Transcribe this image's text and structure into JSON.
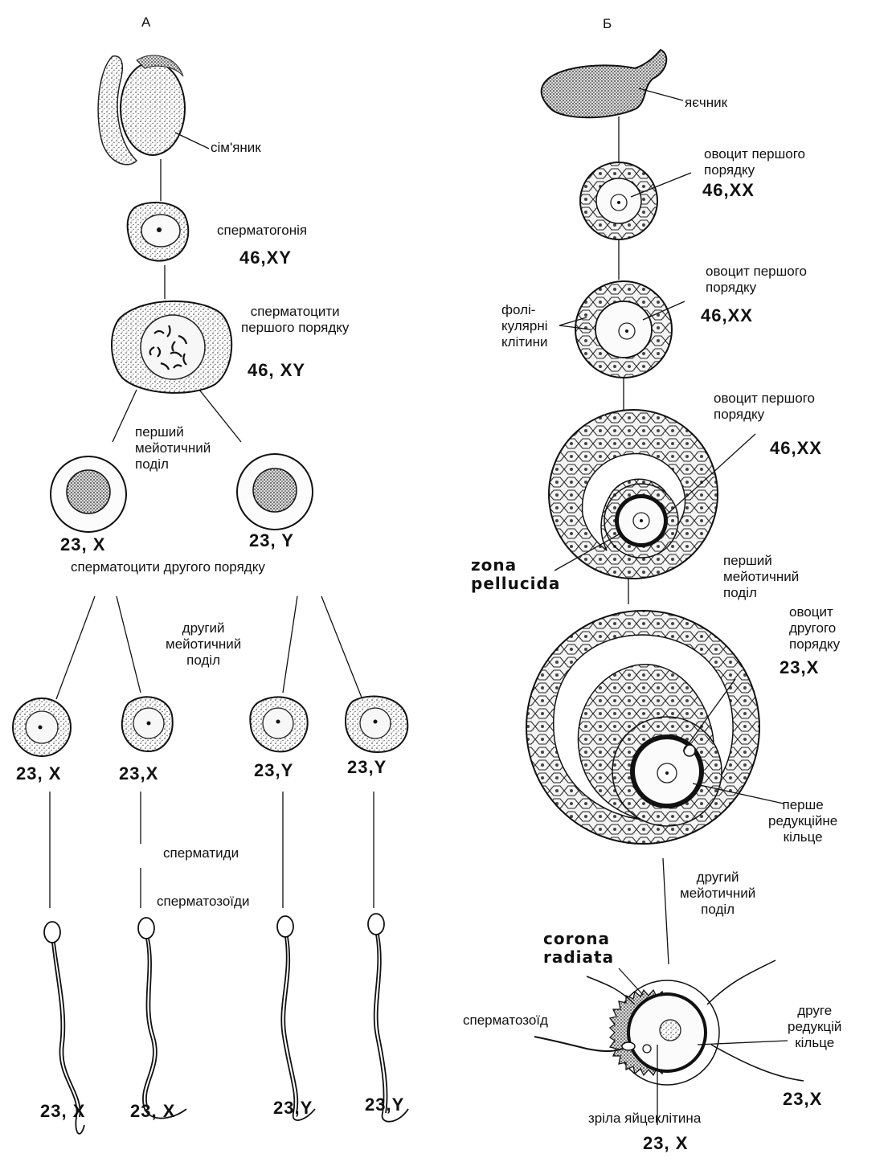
{
  "panel_a": {
    "header": "А",
    "testis_label": "сім'яник",
    "spermatogonia_label": "сперматогонія",
    "spermatogonia_karyotype": "46,XY",
    "primary_spermatocytes_label": "сперматоцити\nпершого порядку",
    "primary_spermatocytes_karyotype": "46, XY",
    "first_meiotic_division": "перший\nмейотичний\nподіл",
    "secondary_left_karyotype": "23, X",
    "secondary_right_karyotype": "23, Y",
    "secondary_spermatocytes_label": "сперматоцити другого порядку",
    "second_meiotic_division": "другий\nмейотичний\nподіл",
    "spermatid_karyotypes": [
      "23, X",
      "23,X",
      "23,Y",
      "23,Y"
    ],
    "spermatids_label": "сперматиди",
    "spermatozoa_label": "сперматозоїди",
    "sperm_karyotypes": [
      "23, X",
      "23, X",
      "23,Y",
      "23,Y"
    ]
  },
  "panel_b": {
    "header": "Б",
    "ovary_label": "яєчник",
    "oocyte1_label": "овоцит першого\nпорядку",
    "oocyte1_karyotype": "46,XX",
    "oocyte2_label": "овоцит першого\nпорядку",
    "oocyte2_karyotype": "46,XX",
    "follicular_cells_label": "фолі-\nкулярні\nклітини",
    "oocyte3_label": "овоцит першого\nпорядку",
    "oocyte3_karyotype": "46,XX",
    "zona_pellucida": "zona\npellucida",
    "first_meiotic_division": "перший\nмейотичний\nподіл",
    "secondary_oocyte_label": "овоцит\nдругого\nпорядку",
    "secondary_oocyte_karyotype": "23,X",
    "first_polar_body": "перше\nредукційне\nкільце",
    "second_meiotic_division": "другий\nмейотичний\nподіл",
    "corona_radiata": "corona\nradiata",
    "sperm_label": "сперматозоїд",
    "second_polar_body": "друге\nредукцій\nкільце",
    "karyotype_right": "23,X",
    "mature_egg_label": "зріла яйцеклітина",
    "mature_egg_karyotype": "23, X"
  }
}
